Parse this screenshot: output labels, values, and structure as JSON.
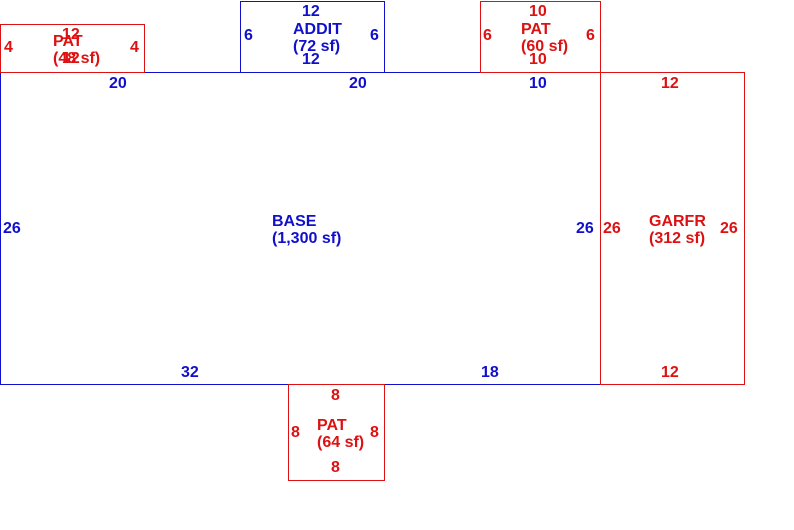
{
  "colors": {
    "base": "#1010cc",
    "patio": "#dd1111"
  },
  "areas": {
    "pat_left": {
      "name": "PAT",
      "size": "(48 sf)",
      "top": "12",
      "left": "4",
      "right": "4",
      "bottom": "12"
    },
    "addit": {
      "name": "ADDIT",
      "size": "(72 sf)",
      "top": "12",
      "left": "6",
      "right": "6",
      "bottom": "12"
    },
    "pat_right": {
      "name": "PAT",
      "size": "(60 sf)",
      "top": "10",
      "left": "6",
      "right": "6",
      "bottom": "10"
    },
    "base": {
      "name": "BASE",
      "size": "(1,300 sf)",
      "top_a": "20",
      "top_b": "20",
      "top_c": "10",
      "left": "26",
      "right": "26",
      "bottom_a": "32",
      "bottom_b": "18"
    },
    "garfr": {
      "name": "GARFR",
      "size": "(312 sf)",
      "top": "12",
      "left": "26",
      "right": "26",
      "bottom": "12"
    },
    "pat_bottom": {
      "name": "PAT",
      "size": "(64 sf)",
      "top": "8",
      "left": "8",
      "right": "8",
      "bottom": "8"
    }
  }
}
